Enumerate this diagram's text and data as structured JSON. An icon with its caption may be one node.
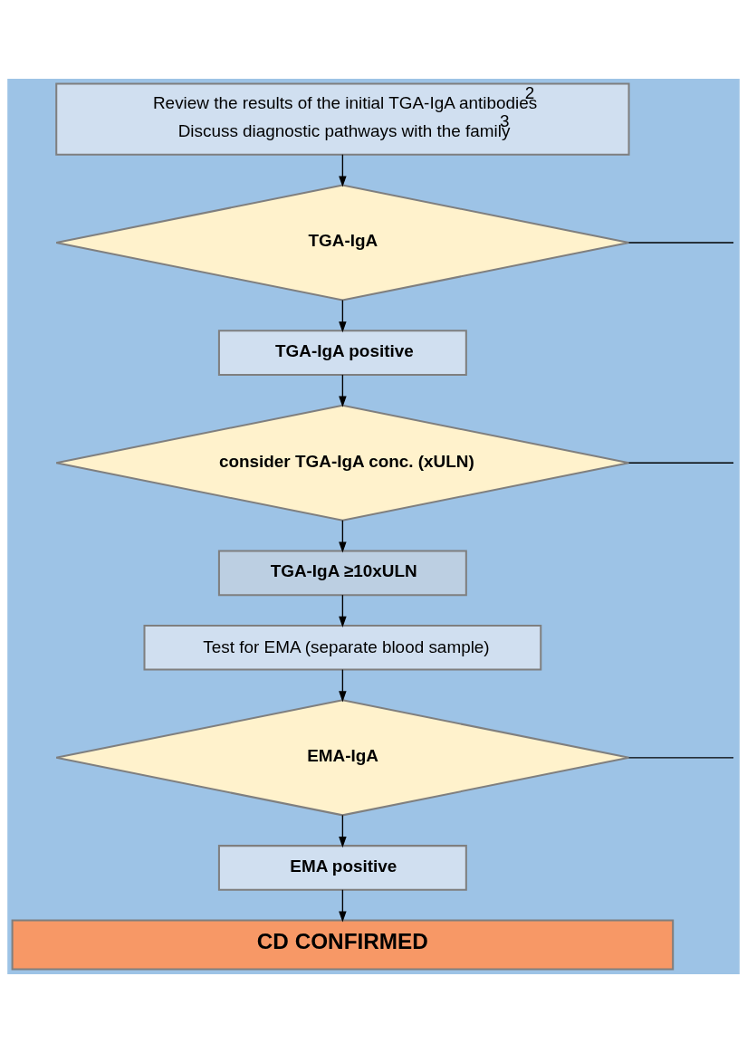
{
  "diagram": {
    "nodes": [
      {
        "text": [
          "Review the results of the initial TGA-IgA antibodies$^{2}$",
          "Discuss diagnostic pathways with the family$^{3}$"
        ]
      },
      {
        "text": [
          "TGA-IgA"
        ]
      },
      {
        "text": [
          "TGA-IgA positive"
        ]
      },
      {
        "text": [
          "consider TGA-IgA conc. (xULN)"
        ]
      },
      {
        "text": [
          "TGA-IgA ≥10xULN"
        ]
      },
      {
        "text": [
          "Test for EMA (separate blood sample)"
        ]
      },
      {
        "text": [
          "EMA-IgA"
        ]
      },
      {
        "text": [
          "EMA positive"
        ]
      },
      {
        "text": [
          "CD CONFIRMED"
        ]
      }
    ],
    "edges": [
      {
        "from": 0,
        "to": 1,
        "arrow": "to"
      },
      {
        "from": 1,
        "to": 2,
        "arrow": "to"
      },
      {
        "from": 2,
        "to": 3,
        "arrow": "to"
      },
      {
        "from": 3,
        "to": 4,
        "arrow": "to"
      },
      {
        "from": 4,
        "to": 5,
        "arrow": "to"
      },
      {
        "from": 5,
        "to": 6,
        "arrow": "to"
      },
      {
        "from": 6,
        "to": 7,
        "arrow": "to"
      },
      {
        "from": 7,
        "to": 8,
        "arrow": "to"
      },
      {
        "from": 1,
        "to": null,
        "arrow": "none"
      },
      {
        "from": 3,
        "to": null,
        "arrow": "none"
      },
      {
        "from": 6,
        "to": null,
        "arrow": "none"
      }
    ]
  }
}
